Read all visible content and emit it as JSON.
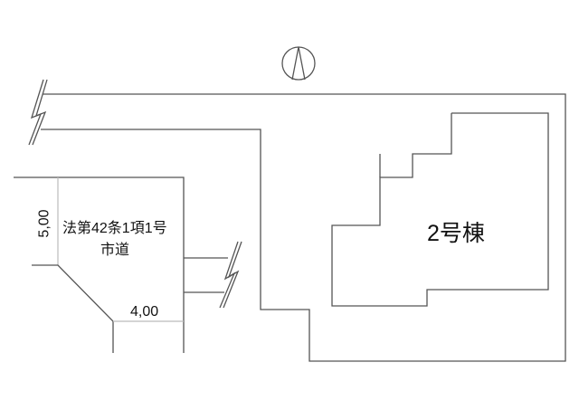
{
  "road": {
    "line1": "法第42条1項1号",
    "line2": "市道",
    "width_label": "5,00",
    "corner_label": "4,00"
  },
  "building": {
    "label": "2号棟"
  },
  "north_arrow": "north-arrow-icon"
}
